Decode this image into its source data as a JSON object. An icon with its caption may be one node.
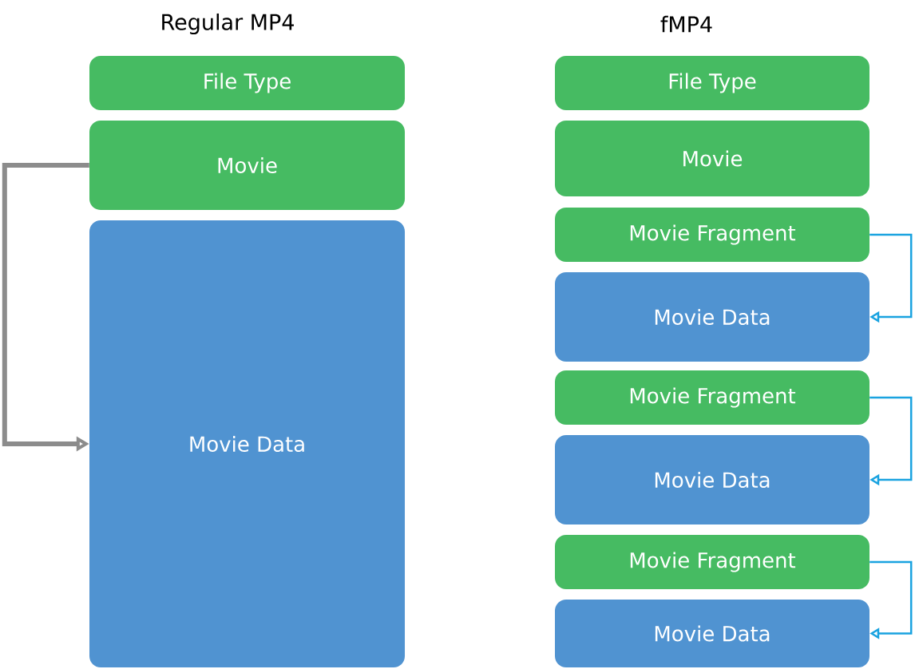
{
  "diagram": {
    "nodes": [
      {
        "text": [
          "File Type"
        ]
      },
      {
        "text": [
          "Movie"
        ]
      },
      {
        "text": [
          "Movie Data"
        ]
      },
      {
        "text": [
          "File Type"
        ]
      },
      {
        "text": [
          "Movie"
        ]
      },
      {
        "text": [
          "Movie Fragment"
        ]
      },
      {
        "text": [
          "Movie Data"
        ]
      },
      {
        "text": [
          "Movie Fragment"
        ]
      },
      {
        "text": [
          "Movie Data"
        ]
      },
      {
        "text": [
          "Movie Fragment"
        ]
      },
      {
        "text": [
          "Movie Data"
        ]
      }
    ],
    "edges": [
      {
        "from": 1,
        "to": 2,
        "arrow": "to",
        "style": "thick",
        "color": "#8c8c8c"
      },
      {
        "from": 5,
        "to": 6,
        "arrow": "to"
      },
      {
        "from": 7,
        "to": 8,
        "arrow": "to"
      },
      {
        "from": 9,
        "to": 10,
        "arrow": "to"
      }
    ],
    "labels": [
      "Regular MP4",
      "fMP4"
    ]
  }
}
